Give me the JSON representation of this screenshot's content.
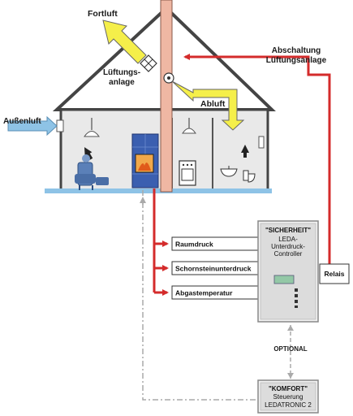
{
  "labels": {
    "fortluft": "Fortluft",
    "lueftungsanlage_line1": "Lüftungs-",
    "lueftungsanlage_line2": "anlage",
    "abluft": "Abluft",
    "aussenluft": "Außenluft",
    "abschaltung_line1": "Abschaltung",
    "abschaltung_line2": "Lüftungsanlage",
    "optional": "OPTIONAL",
    "relais": "Relais"
  },
  "sensors": [
    {
      "label": "Raumdruck"
    },
    {
      "label": "Schornsteinunterdruck"
    },
    {
      "label": "Abgastemperatur"
    }
  ],
  "controller": {
    "title": "\"SICHERHEIT\"",
    "line1": "LEDA-",
    "line2": "Unterdruck-",
    "line3": "Controller"
  },
  "komfort": {
    "title": "\"KOMFORT\"",
    "line1": "Steuerung",
    "line2": "LEDATRONIC 2"
  },
  "colors": {
    "red": "#d42b2b",
    "yellow": "#f5ef4a",
    "blue": "#7ab8e0",
    "chimney": "#efb7a3",
    "grey": "#9a9a9a"
  }
}
